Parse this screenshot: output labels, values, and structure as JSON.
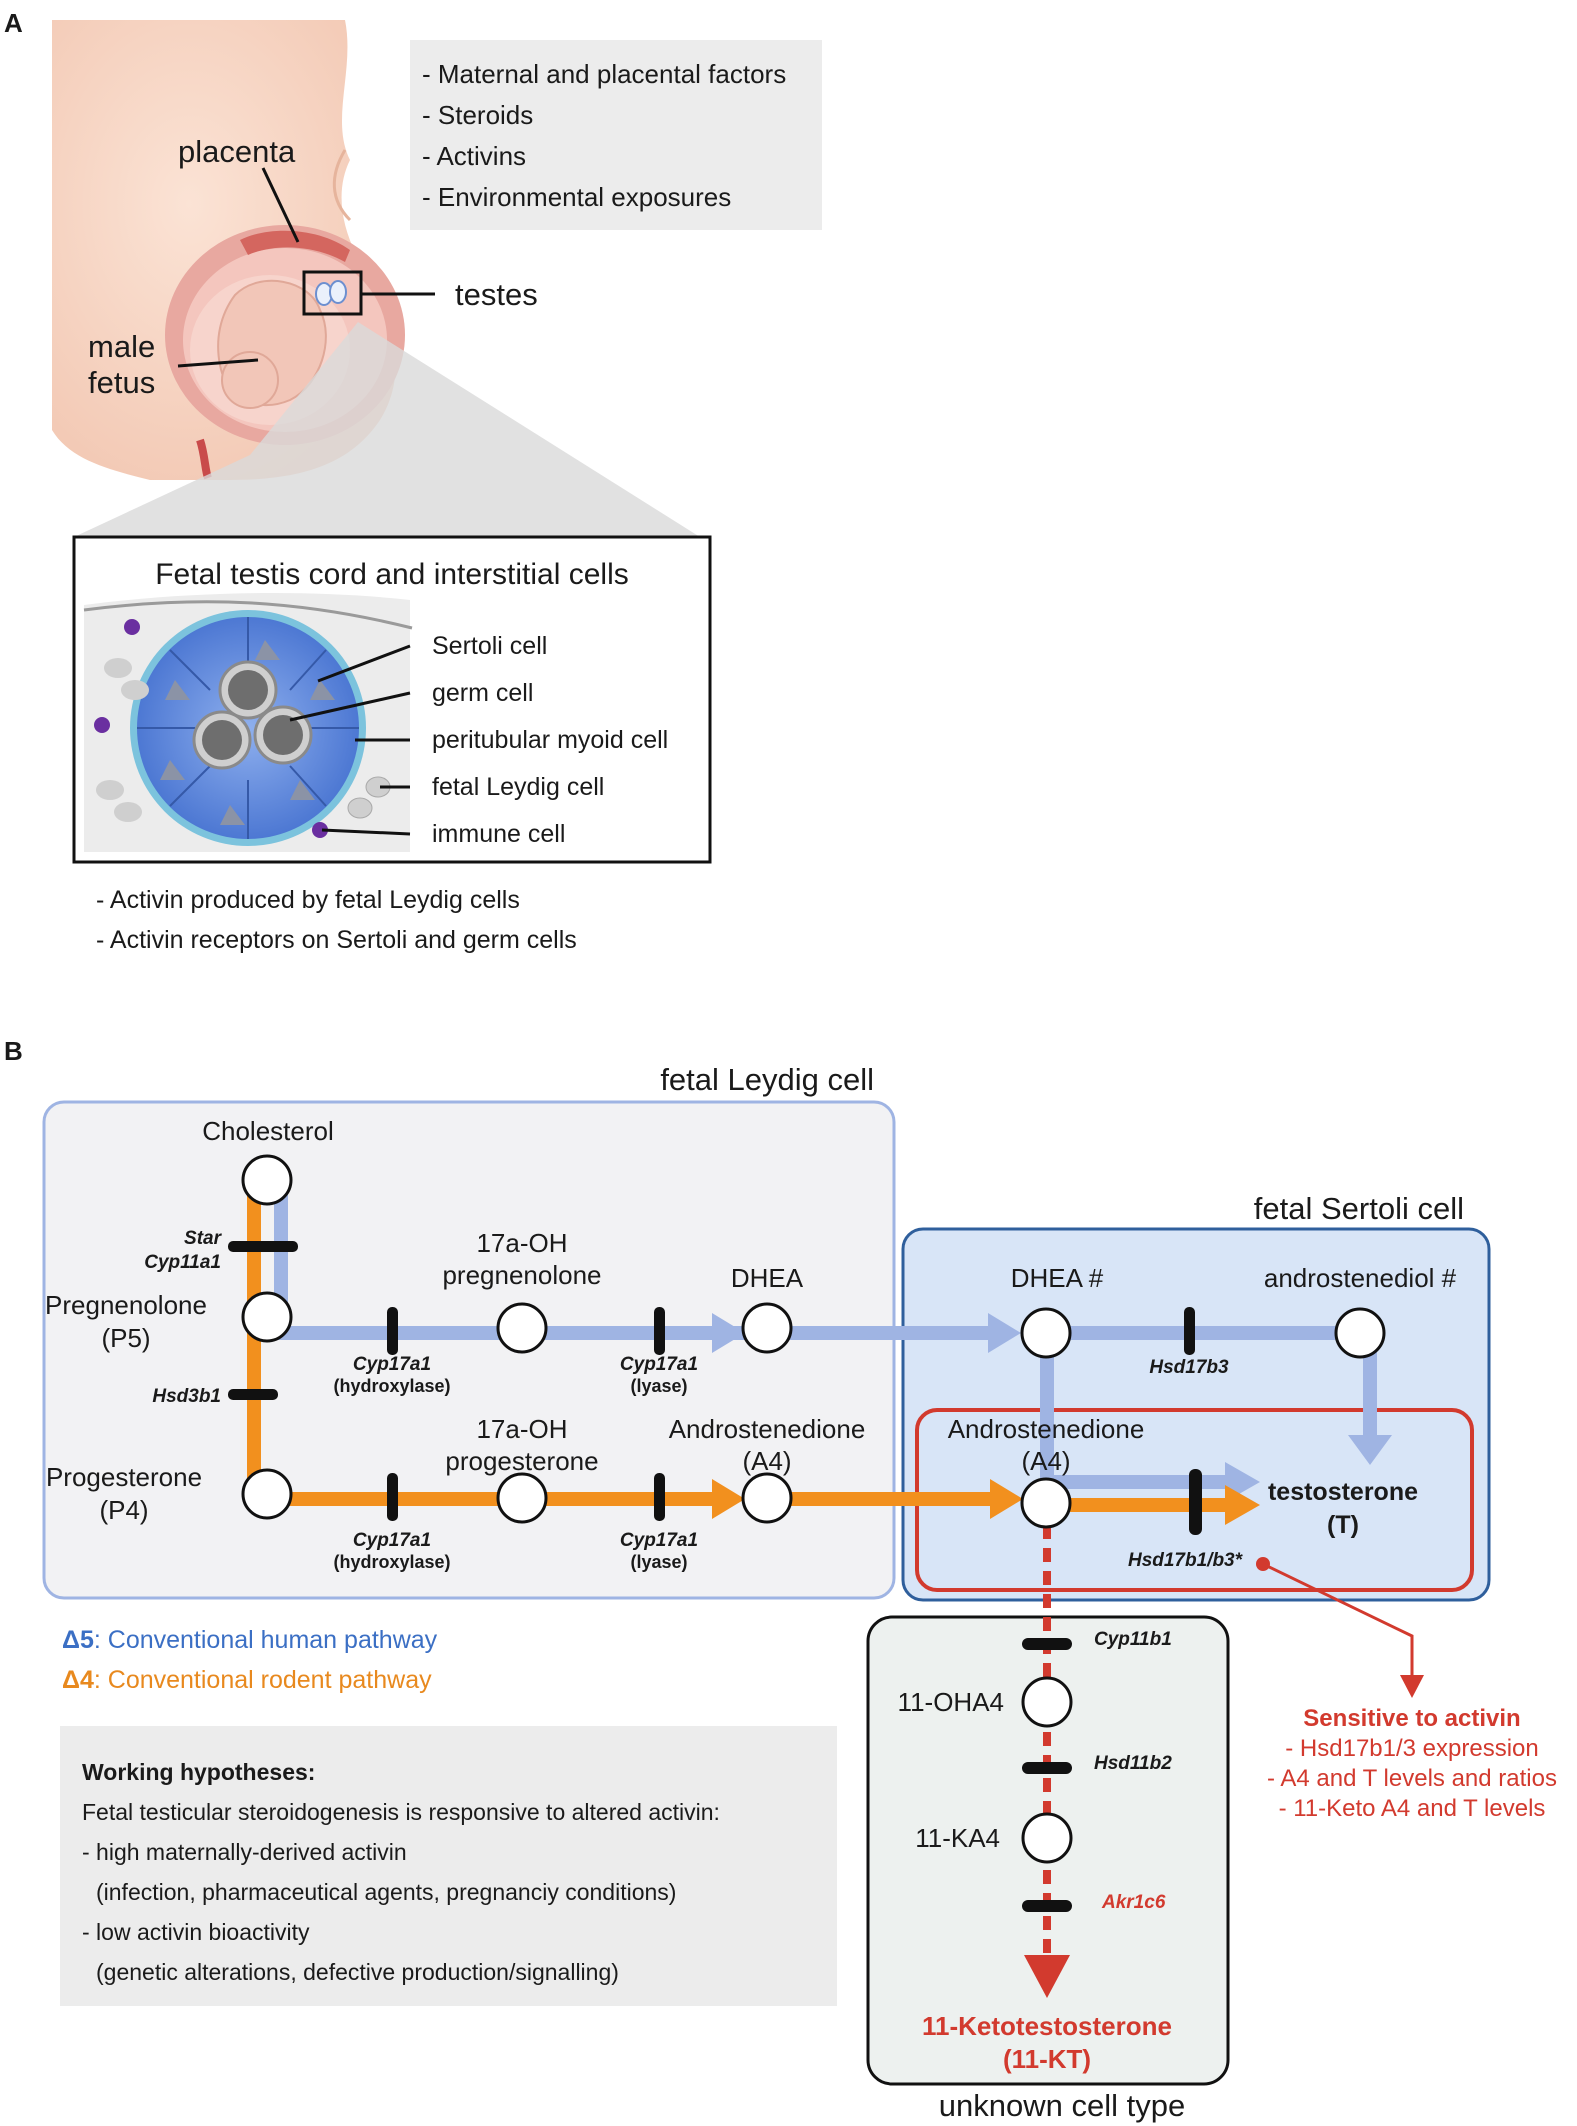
{
  "panel_a": {
    "label": "A",
    "factors": [
      "- Maternal and placental factors",
      "- Steroids",
      "- Activins",
      "- Environmental exposures"
    ],
    "labels": {
      "placenta": "placenta",
      "testes": "testes",
      "male": "male",
      "fetus": "fetus"
    },
    "inset": {
      "title": "Fetal testis cord and interstitial cells",
      "cells": [
        "Sertoli cell",
        "germ cell",
        "peritubular myoid cell",
        "fetal Leydig cell",
        "immune cell"
      ]
    },
    "notes": [
      "- Activin produced by fetal Leydig cells",
      "- Activin receptors on Sertoli and germ cells"
    ]
  },
  "panel_b": {
    "label": "B",
    "compartments": {
      "leydig": "fetal Leydig cell",
      "sertoli": "fetal Sertoli cell",
      "unknown": "unknown cell type"
    },
    "nodes": {
      "cholesterol": "Cholesterol",
      "p5": [
        "Pregnenolone",
        "(P5)"
      ],
      "p4": [
        "Progesterone",
        "(P4)"
      ],
      "oh_preg": [
        "17a-OH",
        "pregnenolone"
      ],
      "oh_prog": [
        "17a-OH",
        "progesterone"
      ],
      "dhea": "DHEA",
      "a4": [
        "Androstenedione",
        "(A4)"
      ],
      "dhea_s": "DHEA #",
      "androstenediol": "androstenediol #",
      "a4_s": [
        "Androstenedione",
        "(A4)"
      ],
      "t": [
        "testosterone",
        "(T)"
      ],
      "oha4": "11-OHA4",
      "ka4": "11-KA4",
      "kt": [
        "11-Ketotestosterone",
        "(11-KT)"
      ]
    },
    "enzymes": {
      "star": [
        "Star",
        "Cyp11a1"
      ],
      "hsd3b1": "Hsd3b1",
      "cyp_hydrox": [
        "Cyp17a1",
        "(hydroxylase)"
      ],
      "cyp_lyase": [
        "Cyp17a1",
        "(lyase)"
      ],
      "hsd17b3": "Hsd17b3",
      "hsd17b1b3": "Hsd17b1/b3*",
      "cyp11b1": "Cyp11b1",
      "hsd11b2": "Hsd11b2",
      "akr1c6": "Akr1c6"
    },
    "legend": {
      "d5_symbol": "Δ5",
      "d5_text": ": Conventional human pathway",
      "d4_symbol": "Δ4",
      "d4_text": ": Conventional rodent pathway",
      "d5_color": "#3b6fc4",
      "d4_color": "#e8891e"
    },
    "sensitive": {
      "title": "Sensitive to activin",
      "items": [
        "- Hsd17b1/3 expression",
        "- A4 and T levels and ratios",
        "- 11-Keto A4 and T levels"
      ]
    },
    "hypotheses": {
      "title": "Working hypotheses:",
      "lines": [
        "Fetal testicular steroidogenesis is responsive to altered activin:",
        "- high maternally-derived activin",
        "(infection, pharmaceutical agents, pregnanciy conditions)",
        "- low activin bioactivity",
        "(genetic alterations, defective production/signalling)"
      ]
    },
    "colors": {
      "delta5": "#9fb4e3",
      "delta4": "#f2901e",
      "activin": "#d23a2e"
    }
  }
}
